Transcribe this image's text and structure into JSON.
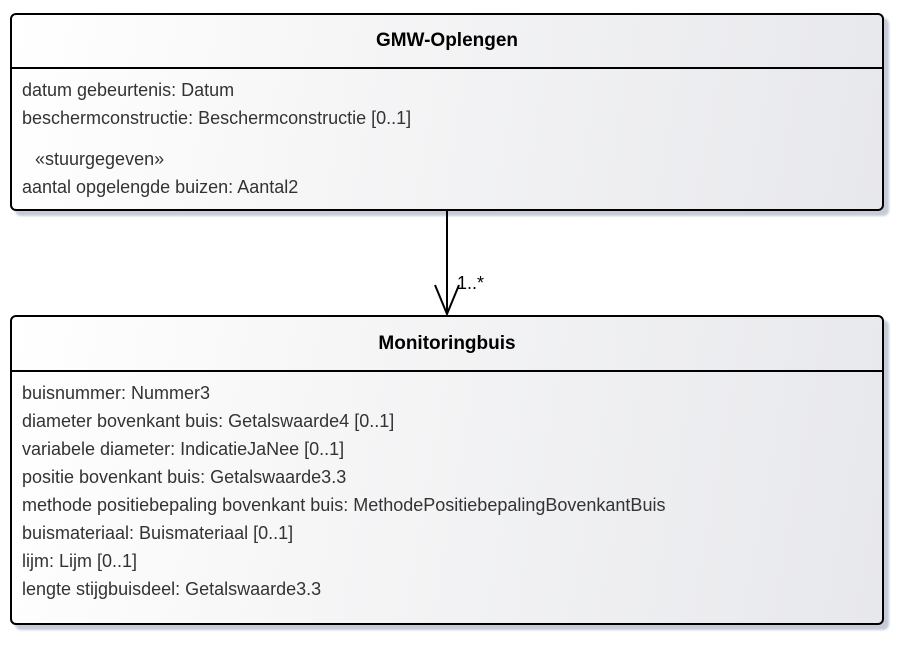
{
  "diagram": {
    "top_class": {
      "title": "GMW-Oplengen",
      "attributes": [
        "datum gebeurtenis: Datum",
        "beschermconstructie: Beschermconstructie [0..1]"
      ],
      "stereotype": "«stuurgegeven»",
      "stereotype_attributes": [
        "aantal opgelengde buizen: Aantal2"
      ]
    },
    "bottom_class": {
      "title": "Monitoringbuis",
      "attributes": [
        "buisnummer: Nummer3",
        "diameter bovenkant buis: Getalswaarde4 [0..1]",
        "variabele diameter: IndicatieJaNee [0..1]",
        "positie bovenkant buis: Getalswaarde3.3",
        "methode positiebepaling bovenkant buis: MethodePositiebepalingBovenkantBuis",
        "buismateriaal: Buismateriaal [0..1]",
        "lijm: Lijm [0..1]",
        "lengte stijgbuisdeel: Getalswaarde3.3"
      ]
    },
    "association": {
      "multiplicity": "1..*"
    }
  },
  "colors": {
    "box_border": "#000000",
    "box_fill_start": "#ffffff",
    "box_fill_end": "#e7e8ec",
    "shadow": "#c7cbd8",
    "attribute_text": "#333333",
    "title_text": "#000000",
    "arrow": "#000000"
  }
}
